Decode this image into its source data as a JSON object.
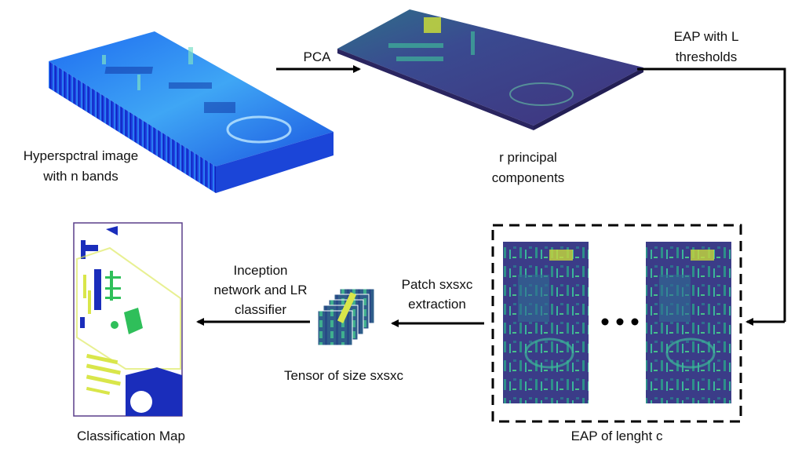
{
  "labels": {
    "hyperspectral_line1": "Hyperspctral image",
    "hyperspectral_line2": "with n bands",
    "pca": "PCA",
    "pcs_line1": "r principal",
    "pcs_line2": "components",
    "eap_thresh_line1": "EAP with L",
    "eap_thresh_line2": "thresholds",
    "eap_length": "EAP of lenght c",
    "patch_line1": "Patch sxsxc",
    "patch_line2": "extraction",
    "tensor": "Tensor of size sxsxc",
    "inception_line1": "Inception",
    "inception_line2": "network and LR",
    "inception_line3": "classifier",
    "classmap": "Classification Map"
  },
  "colors": {
    "hsi_top": "#2f7ff0",
    "hsi_side": "#1637d8",
    "pc_top": "#3b3f8c",
    "pc_highlight": "#3fb59a",
    "eap_base": "#3e3f8e",
    "eap_detail": "#31a88b",
    "map_blue": "#1a2dbb",
    "map_green": "#2fbf5a",
    "map_yellow": "#d9e64a",
    "arrow": "#000000"
  }
}
